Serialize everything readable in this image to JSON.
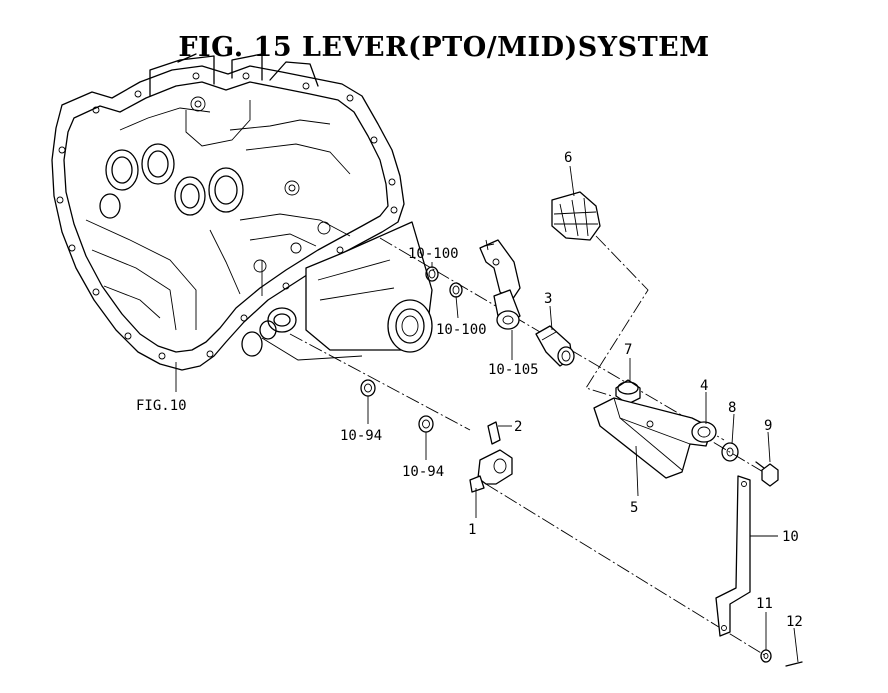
{
  "title": "FIG. 15  LEVER(PTO/MID)SYSTEM",
  "callouts": [
    {
      "id": "fig10",
      "text": "FIG.10"
    },
    {
      "id": "p1",
      "text": "1"
    },
    {
      "id": "p2",
      "text": "2"
    },
    {
      "id": "p3",
      "text": "3"
    },
    {
      "id": "p4",
      "text": "4"
    },
    {
      "id": "p5",
      "text": "5"
    },
    {
      "id": "p6",
      "text": "6"
    },
    {
      "id": "p7",
      "text": "7"
    },
    {
      "id": "p8",
      "text": "8"
    },
    {
      "id": "p9",
      "text": "9"
    },
    {
      "id": "p10",
      "text": "10"
    },
    {
      "id": "p11",
      "text": "11"
    },
    {
      "id": "p12",
      "text": "12"
    },
    {
      "id": "r10_100a",
      "text": "10-100"
    },
    {
      "id": "r10_100b",
      "text": "10-100"
    },
    {
      "id": "r10_105",
      "text": "10-105"
    },
    {
      "id": "r10_94a",
      "text": "10-94"
    },
    {
      "id": "r10_94b",
      "text": "10-94"
    }
  ]
}
